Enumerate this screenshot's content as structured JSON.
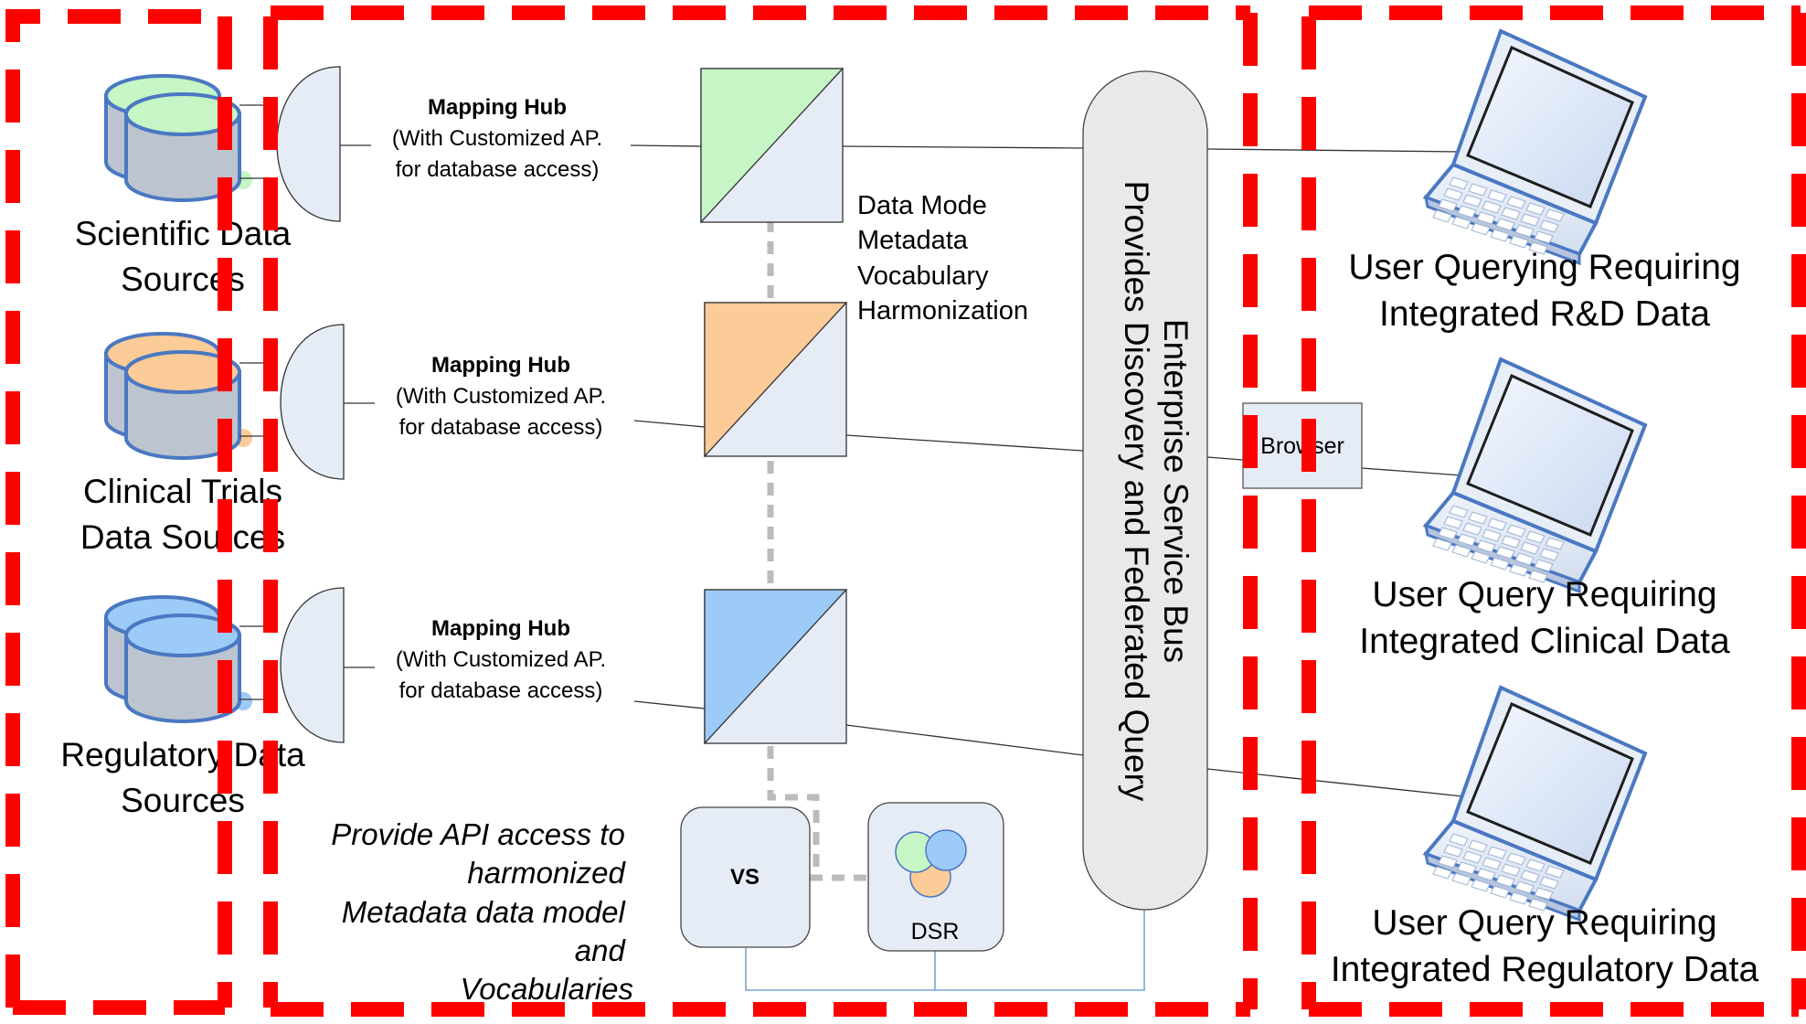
{
  "sources": [
    {
      "label_lines": [
        "Scientific Data",
        "Sources"
      ],
      "color": "#c6f5c6"
    },
    {
      "label_lines": [
        "Clinical Trials",
        "Data Sources"
      ],
      "color": "#fbcb98"
    },
    {
      "label_lines": [
        "Regulatory Data",
        "Sources"
      ],
      "color": "#9ccbf8"
    }
  ],
  "mapping_hub": {
    "title": "Mapping Hub",
    "sub_lines": [
      "(With Customized AP.",
      "for database access)"
    ]
  },
  "metadata_label_lines": [
    "Data Mode",
    "Metadata",
    "Vocabulary",
    "Harmonization"
  ],
  "esb_lines": [
    "Enterprise Service Bus",
    "Provides Discovery and Federated Query"
  ],
  "browser_label": "Browser",
  "users": [
    {
      "label_lines": [
        "User Querying Requiring",
        "Integrated R&D Data"
      ]
    },
    {
      "label_lines": [
        "User Query Requiring",
        "Integrated Clinical Data"
      ]
    },
    {
      "label_lines": [
        "User Query Requiring",
        "Integrated Regulatory Data"
      ]
    }
  ],
  "vs_label": "VS",
  "dsr_label": "DSR",
  "api_note_lines": [
    "Provide API access to",
    "harmonized",
    "Metadata data model",
    "and",
    "Vocabularies"
  ],
  "colors": {
    "dashed_border": "#ff0000",
    "box_fill": "#e6ecf6",
    "db_outline": "#4a78c2",
    "esb_fill": "#e9e9e9",
    "dsr_circles": [
      "#c6f5c6",
      "#9ccbf8",
      "#fbcb98"
    ]
  }
}
